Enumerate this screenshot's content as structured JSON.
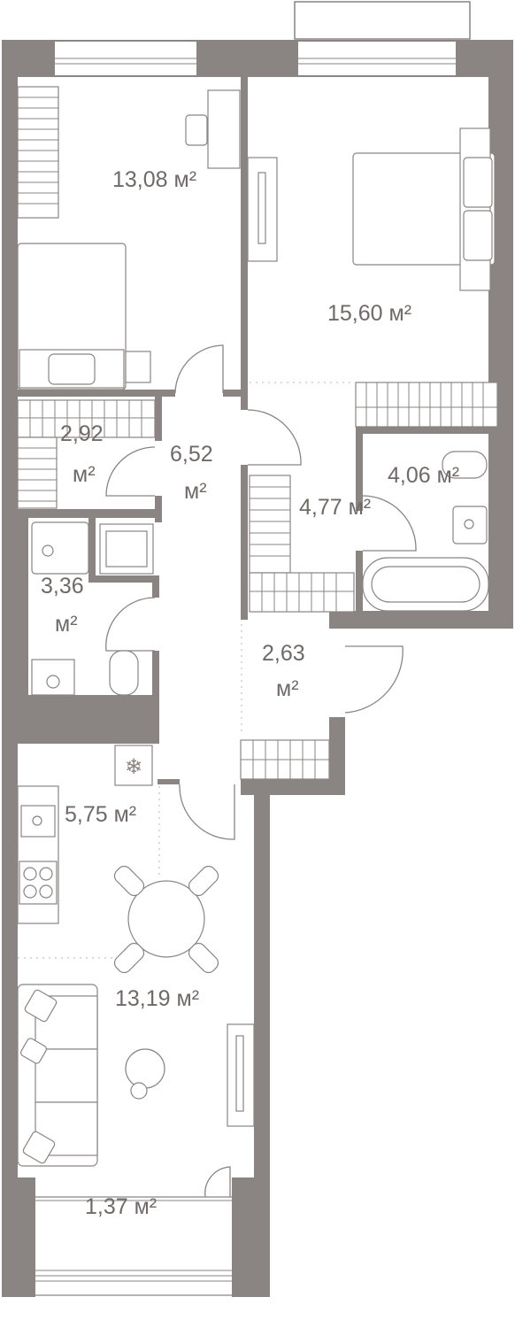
{
  "rooms": [
    {
      "area": "13,08 м²"
    },
    {
      "area": "15,60 м²"
    },
    {
      "area_value": "2,92",
      "unit": "м²"
    },
    {
      "area_value": "6,52",
      "unit": "м²"
    },
    {
      "area": "4,06 м²"
    },
    {
      "area": "4,77 м²"
    },
    {
      "area_value": "3,36",
      "unit": "м²"
    },
    {
      "area_value": "2,63",
      "unit": "м²"
    },
    {
      "area": "5,75 м²"
    },
    {
      "area": "13,19 м²"
    },
    {
      "area": "1,37 м²"
    }
  ],
  "icons": {
    "fridge": "snowflake-icon"
  },
  "colors": {
    "wall": "#8a8482",
    "text": "#6f6a68"
  }
}
